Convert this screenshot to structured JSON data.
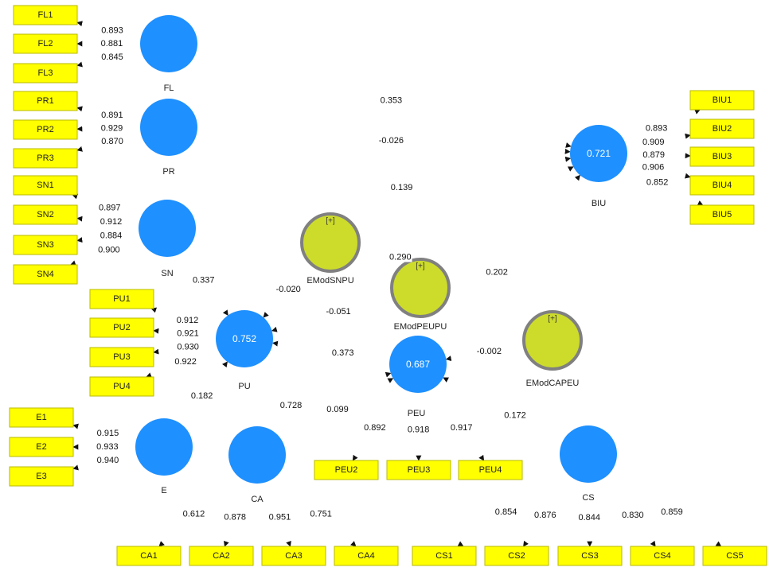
{
  "latents": {
    "FL": {
      "label": "FL"
    },
    "PR": {
      "label": "PR"
    },
    "SN": {
      "label": "SN"
    },
    "PU": {
      "label": "PU",
      "r2": "0.752"
    },
    "E": {
      "label": "E"
    },
    "CA": {
      "label": "CA"
    },
    "PEU": {
      "label": "PEU",
      "r2": "0.687"
    },
    "CS": {
      "label": "CS"
    },
    "BIU": {
      "label": "BIU",
      "r2": "0.721"
    }
  },
  "moderators": {
    "EModSNPU": {
      "label": "EModSNPU",
      "badge": "[+]"
    },
    "EModPEUPU": {
      "label": "EModPEUPU",
      "badge": "[+]"
    },
    "EModCAPEU": {
      "label": "EModCAPEU",
      "badge": "[+]"
    }
  },
  "indicators": {
    "FL1": "FL1",
    "FL2": "FL2",
    "FL3": "FL3",
    "PR1": "PR1",
    "PR2": "PR2",
    "PR3": "PR3",
    "SN1": "SN1",
    "SN2": "SN2",
    "SN3": "SN3",
    "SN4": "SN4",
    "PU1": "PU1",
    "PU2": "PU2",
    "PU3": "PU3",
    "PU4": "PU4",
    "E1": "E1",
    "E2": "E2",
    "E3": "E3",
    "PEU2": "PEU2",
    "PEU3": "PEU3",
    "PEU4": "PEU4",
    "CA1": "CA1",
    "CA2": "CA2",
    "CA3": "CA3",
    "CA4": "CA4",
    "CS1": "CS1",
    "CS2": "CS2",
    "CS3": "CS3",
    "CS4": "CS4",
    "CS5": "CS5",
    "BIU1": "BIU1",
    "BIU2": "BIU2",
    "BIU3": "BIU3",
    "BIU4": "BIU4",
    "BIU5": "BIU5"
  },
  "loadings": {
    "FL1": "0.893",
    "FL2": "0.881",
    "FL3": "0.845",
    "PR1": "0.891",
    "PR2": "0.929",
    "PR3": "0.870",
    "SN1": "0.897",
    "SN2": "0.912",
    "SN3": "0.884",
    "SN4": "0.900",
    "PU1": "0.912",
    "PU2": "0.921",
    "PU3": "0.930",
    "PU4": "0.922",
    "E1": "0.915",
    "E2": "0.933",
    "E3": "0.940",
    "PEU2": "0.892",
    "PEU3": "0.918",
    "PEU4": "0.917",
    "CA1": "0.612",
    "CA2": "0.878",
    "CA3": "0.951",
    "CA4": "0.751",
    "CS1": "0.854",
    "CS2": "0.876",
    "CS3": "0.844",
    "CS4": "0.830",
    "CS5": "0.859",
    "BIU1": "0.893",
    "BIU2": "0.909",
    "BIU3": "0.879",
    "BIU4": "0.906",
    "BIU5": "0.852"
  },
  "paths": {
    "FL_BIU": "0.353",
    "PR_BIU": "-0.026",
    "SN_BIU": "0.139",
    "SN_PU": "0.337",
    "PU_BIU": "0.290",
    "PEU_BIU": "0.202",
    "PEU_PU": "0.373",
    "E_PU": "0.182",
    "E_PEU": "0.728",
    "CA_PEU": "0.099",
    "CS_PEU": "0.172",
    "EModSNPU_PU": "-0.020",
    "EModPEUPU_PU": "-0.051",
    "EModCAPEU_PEU": "-0.002"
  },
  "colors": {
    "latent": "#1e90ff",
    "indicator": "#ffff00",
    "moderator": "#cddc2a",
    "moderator_border": "#808080"
  }
}
